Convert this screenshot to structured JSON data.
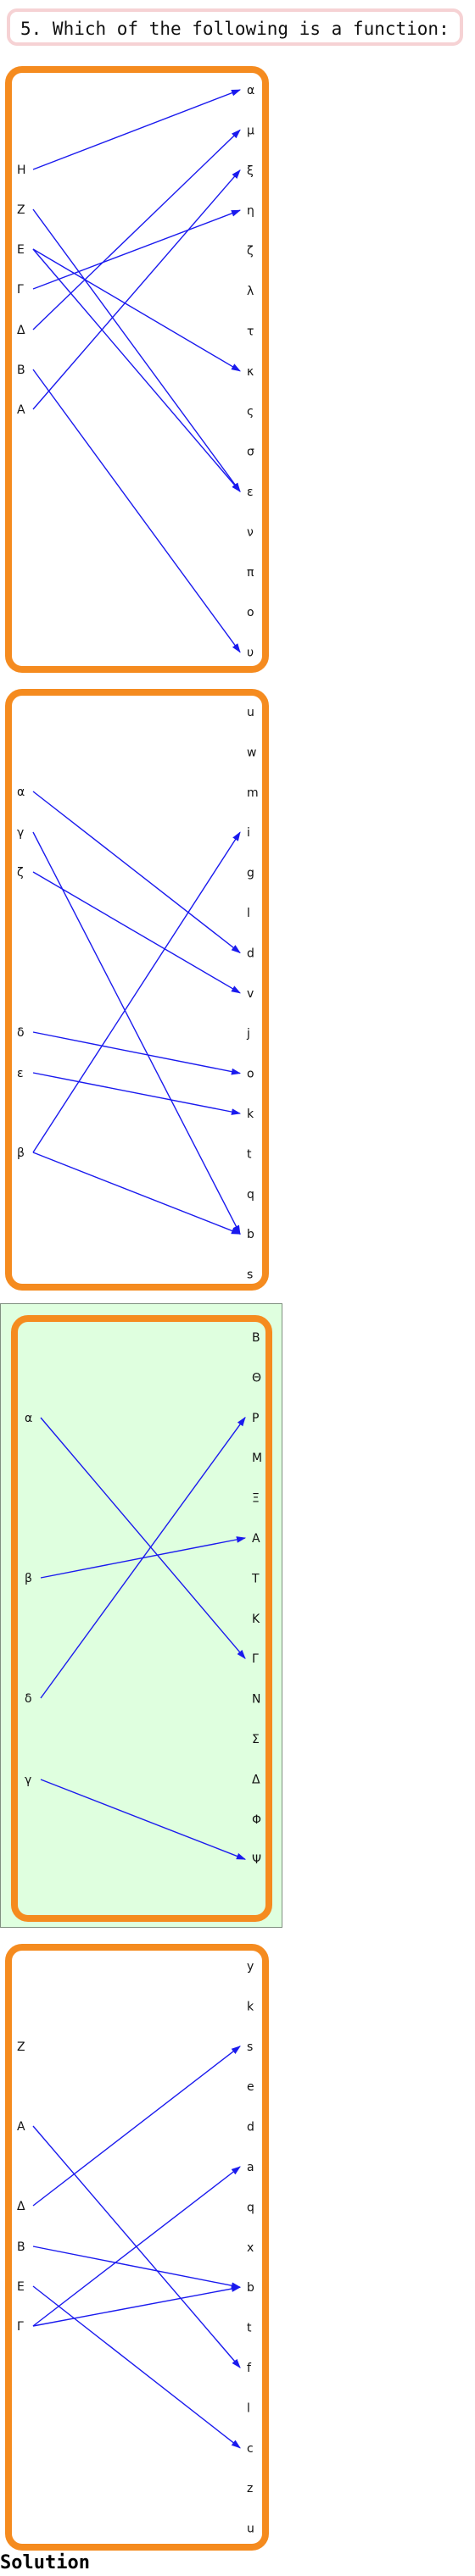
{
  "question": {
    "text": "5. Which of the following is a function:"
  },
  "solution": {
    "label": "Solution"
  },
  "highlighted_option": 3,
  "options": [
    {
      "domain": [
        "Η",
        "Ζ",
        "Ε",
        "Γ",
        "Δ",
        "Β",
        "Α"
      ],
      "codomain": [
        "α",
        "μ",
        "ξ",
        "η",
        "ζ",
        "λ",
        "τ",
        "κ",
        "ς",
        "σ",
        "ε",
        "ν",
        "π",
        "ο",
        "υ"
      ],
      "arrows": [
        [
          "Η",
          "α"
        ],
        [
          "Ζ",
          "ε"
        ],
        [
          "Ε",
          "κ"
        ],
        [
          "Ε",
          "ε"
        ],
        [
          "Γ",
          "η"
        ],
        [
          "Δ",
          "μ"
        ],
        [
          "Α",
          "ξ"
        ],
        [
          "Β",
          "υ"
        ]
      ]
    },
    {
      "domain": [
        "α",
        "γ",
        "ζ",
        "δ",
        "ε",
        "β"
      ],
      "codomain": [
        "u",
        "w",
        "m",
        "i",
        "g",
        "l",
        "d",
        "v",
        "j",
        "o",
        "k",
        "t",
        "q",
        "b",
        "s"
      ],
      "arrows": [
        [
          "α",
          "d"
        ],
        [
          "γ",
          "b"
        ],
        [
          "ζ",
          "v"
        ],
        [
          "δ",
          "o"
        ],
        [
          "ε",
          "k"
        ],
        [
          "β",
          "i"
        ],
        [
          "β",
          "b"
        ]
      ]
    },
    {
      "domain": [
        "α",
        "β",
        "δ",
        "γ"
      ],
      "codomain": [
        "Β",
        "Θ",
        "Ρ",
        "Μ",
        "Ξ",
        "Α",
        "Τ",
        "Κ",
        "Γ",
        "Ν",
        "Σ",
        "Δ",
        "Φ",
        "Ψ"
      ],
      "arrows": [
        [
          "α",
          "Γ"
        ],
        [
          "β",
          "Α"
        ],
        [
          "δ",
          "Ρ"
        ],
        [
          "γ",
          "Ψ"
        ]
      ]
    },
    {
      "domain": [
        "Ζ",
        "Α",
        "Δ",
        "Β",
        "Ε",
        "Γ"
      ],
      "codomain": [
        "y",
        "k",
        "s",
        "e",
        "d",
        "a",
        "q",
        "x",
        "b",
        "t",
        "f",
        "l",
        "c",
        "z",
        "u"
      ],
      "arrows": [
        [
          "Α",
          "f"
        ],
        [
          "Δ",
          "s"
        ],
        [
          "Β",
          "b"
        ],
        [
          "Ε",
          "c"
        ],
        [
          "Γ",
          "a"
        ],
        [
          "Γ",
          "b"
        ]
      ]
    }
  ]
}
